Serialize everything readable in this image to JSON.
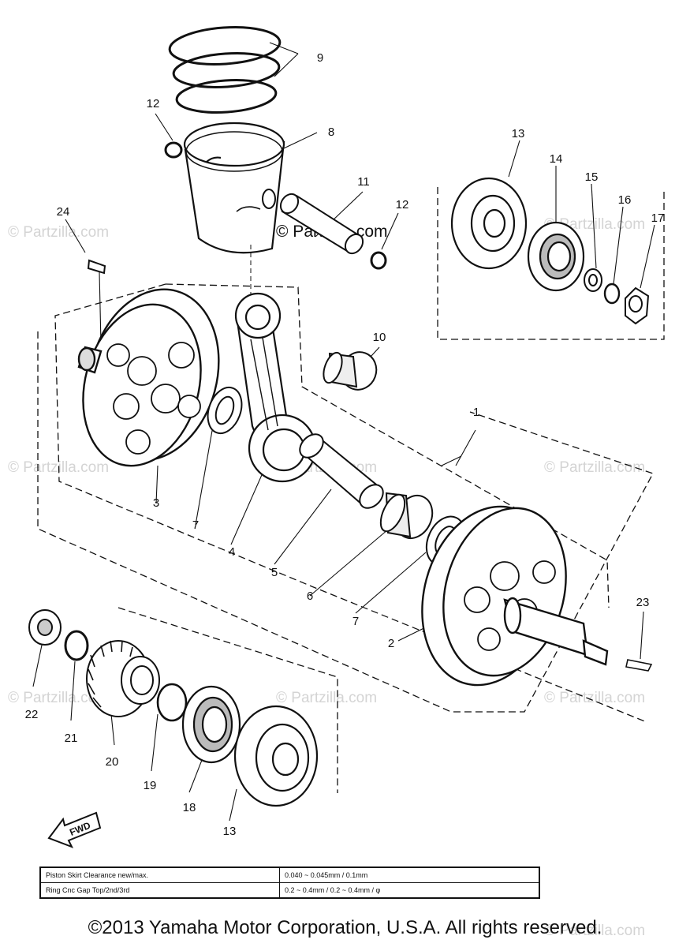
{
  "watermarks": {
    "main": "© Partzilla.com",
    "faint": "© Partzilla.com"
  },
  "callouts": [
    "1",
    "2",
    "3",
    "4",
    "5",
    "6",
    "7",
    "7",
    "8",
    "9",
    "10",
    "11",
    "12",
    "12",
    "13",
    "13",
    "14",
    "15",
    "16",
    "17",
    "18",
    "19",
    "20",
    "21",
    "22",
    "23",
    "24"
  ],
  "fwd_label": "FWD",
  "spec_table": {
    "rows": [
      {
        "label": "Piston Skirt Clearance new/max.",
        "value": "0.040 ~ 0.045mm / 0.1mm"
      },
      {
        "label": "Ring Cnc Gap Top/2nd/3rd",
        "value": "0.2 ~ 0.4mm / 0.2 ~ 0.4mm / φ"
      }
    ]
  },
  "copyright": "©2013  Yamaha Motor Corporation, U.S.A. All rights reserved."
}
